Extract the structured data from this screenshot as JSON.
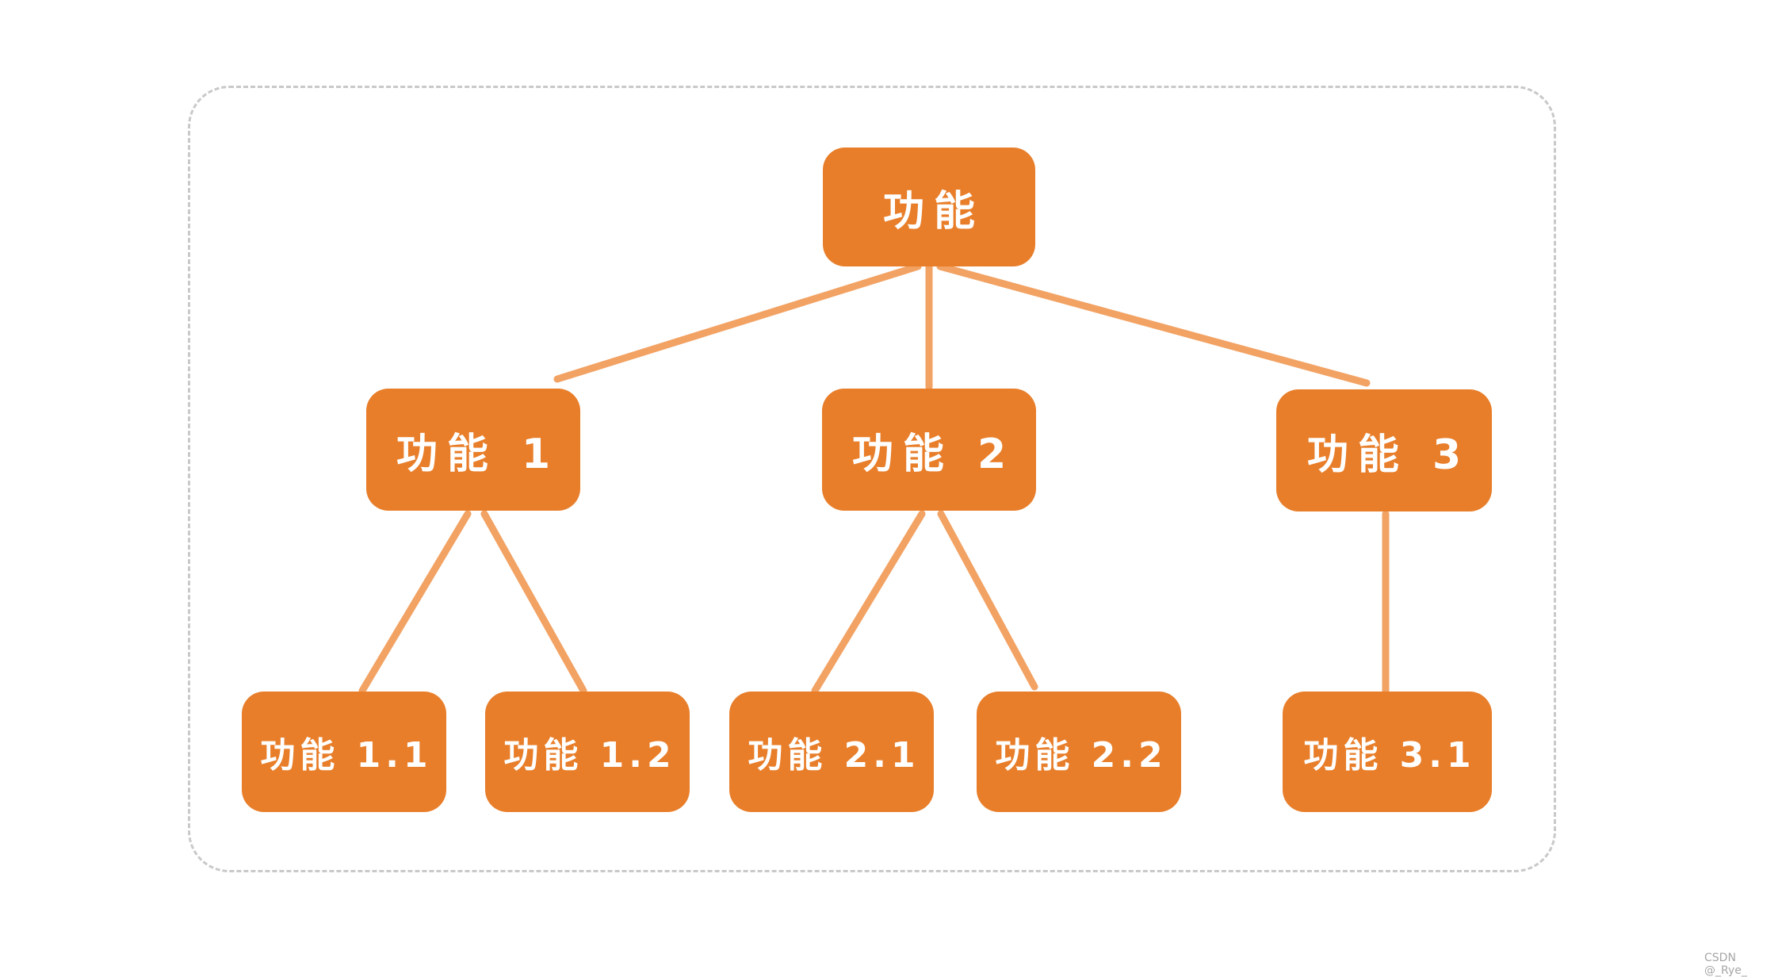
{
  "colors": {
    "node_fill": "#E87E2A",
    "node_text": "#FFFFFF",
    "connector": "#F2A263",
    "frame_border": "#C9C9C9",
    "watermark": "#A6A6A6"
  },
  "nodes": {
    "root": {
      "label": "功能"
    },
    "f1": {
      "label": "功能 1"
    },
    "f2": {
      "label": "功能 2"
    },
    "f3": {
      "label": "功能 3"
    },
    "f11": {
      "label": "功能 1.1"
    },
    "f12": {
      "label": "功能 1.2"
    },
    "f21": {
      "label": "功能 2.1"
    },
    "f22": {
      "label": "功能 2.2"
    },
    "f31": {
      "label": "功能 3.1"
    }
  },
  "edges": [
    {
      "from": "root",
      "to": "f1"
    },
    {
      "from": "root",
      "to": "f2"
    },
    {
      "from": "root",
      "to": "f3"
    },
    {
      "from": "f1",
      "to": "f11"
    },
    {
      "from": "f1",
      "to": "f12"
    },
    {
      "from": "f2",
      "to": "f21"
    },
    {
      "from": "f2",
      "to": "f22"
    },
    {
      "from": "f3",
      "to": "f31"
    }
  ],
  "watermark": "CSDN @_Rye_"
}
